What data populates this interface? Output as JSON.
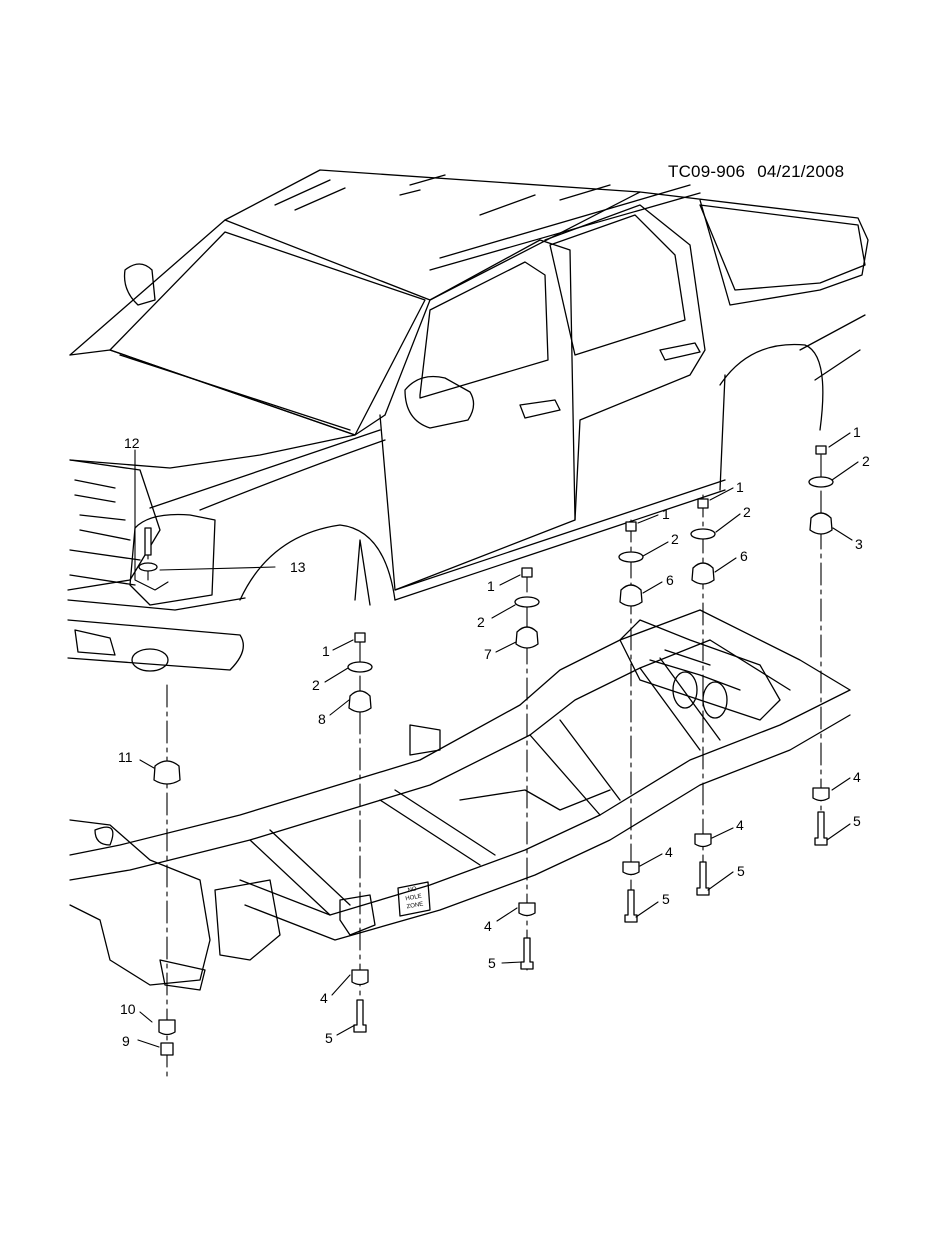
{
  "header": {
    "drawing_id": "TC09-906",
    "date": "04/21/2008"
  },
  "frame_label": {
    "line1": "NO",
    "line2": "HOLE",
    "line3": "ZONE"
  },
  "callouts": [
    "1",
    "2",
    "3",
    "4",
    "5",
    "6",
    "7",
    "8",
    "9",
    "10",
    "11",
    "12",
    "13"
  ],
  "callout_instances": [
    {
      "id": "c-1a",
      "label": "1"
    },
    {
      "id": "c-2a",
      "label": "2"
    },
    {
      "id": "c-3",
      "label": "3"
    },
    {
      "id": "c-4a",
      "label": "4"
    },
    {
      "id": "c-5a",
      "label": "5"
    },
    {
      "id": "c-1b",
      "label": "1"
    },
    {
      "id": "c-2b",
      "label": "2"
    },
    {
      "id": "c-6a",
      "label": "6"
    },
    {
      "id": "c-4b",
      "label": "4"
    },
    {
      "id": "c-5b",
      "label": "5"
    },
    {
      "id": "c-1c",
      "label": "1"
    },
    {
      "id": "c-2c",
      "label": "2"
    },
    {
      "id": "c-6b",
      "label": "6"
    },
    {
      "id": "c-4c",
      "label": "4"
    },
    {
      "id": "c-5c",
      "label": "5"
    },
    {
      "id": "c-1d",
      "label": "1"
    },
    {
      "id": "c-2d",
      "label": "2"
    },
    {
      "id": "c-7",
      "label": "7"
    },
    {
      "id": "c-4d",
      "label": "4"
    },
    {
      "id": "c-5d",
      "label": "5"
    },
    {
      "id": "c-1e",
      "label": "1"
    },
    {
      "id": "c-2e",
      "label": "2"
    },
    {
      "id": "c-8",
      "label": "8"
    },
    {
      "id": "c-4e",
      "label": "4"
    },
    {
      "id": "c-5e",
      "label": "5"
    },
    {
      "id": "c-12",
      "label": "12"
    },
    {
      "id": "c-13",
      "label": "13"
    },
    {
      "id": "c-11",
      "label": "11"
    },
    {
      "id": "c-10",
      "label": "10"
    },
    {
      "id": "c-9",
      "label": "9"
    }
  ]
}
